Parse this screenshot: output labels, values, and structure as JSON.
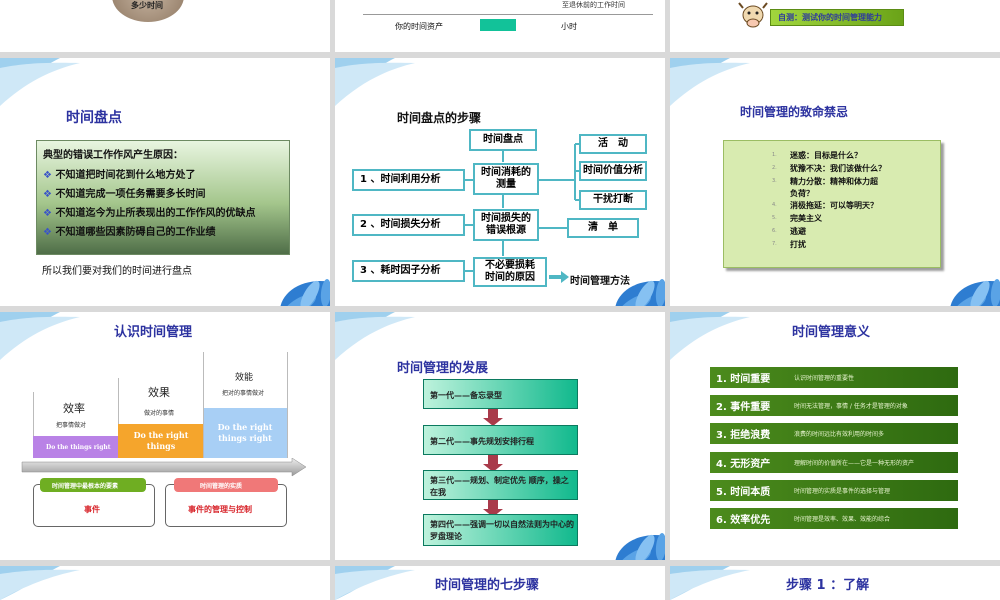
{
  "top_row": {
    "badge": "多少时间",
    "work_line": "至退休前的工作时间",
    "asset_label": "你的时间资产",
    "asset_unit": "小时",
    "selftest": "自测：测试你的时间管理能力"
  },
  "inventory": {
    "title": "时间盘点",
    "box_title": "典型的错误工作作风产生原因：",
    "bullets": [
      "不知道把时间花到什么地方处了",
      "不知道完成一项任务需要多长时间",
      "不知道迄今为止所表现出的工作作风的优缺点",
      "不知道哪些因素防碍自己的工作业绩"
    ],
    "footer": "所以我们要对我们的时间进行盘点"
  },
  "steps": {
    "title": "时间盘点的步骤",
    "top": "时间盘点",
    "left": [
      "1 、时间利用分析",
      "2 、时间损失分析",
      "3 、耗时因子分析"
    ],
    "mid": [
      "时间消耗的测量",
      "时间损失的错误根源",
      "不必要损耗时间的原因"
    ],
    "right": [
      "活　动",
      "时间价值分析",
      "干扰打断",
      "清　单"
    ],
    "method": "时间管理方法"
  },
  "taboos": {
    "title": "时间管理的致命禁忌",
    "items": [
      "迷惑：目标是什么？",
      "犹豫不决：我们该做什么？",
      "精力分散：精神和体力超负荷？",
      "消极拖延：可以等明天？",
      "完美主义",
      "逃避",
      "打扰"
    ]
  },
  "know": {
    "title": "认识时间管理",
    "cols": [
      {
        "cn": "效率",
        "sub": "把事情做对",
        "en": "Do the things right",
        "color": "#b982e6"
      },
      {
        "cn": "效果",
        "sub": "做对的事情",
        "en": "Do the right things",
        "color": "#f5a52c"
      },
      {
        "cn": "效能",
        "sub": "把对的事情做对",
        "en": "Do the right things right",
        "color": "#a8cff5"
      }
    ],
    "tag1": "时间管理中最根本的要素",
    "tag2": "时间管理的实质",
    "value1": "事件",
    "value2": "事件的管理与控制"
  },
  "dev": {
    "title": "时间管理的发展",
    "gens": [
      "第一代——备忘录型",
      "第二代——事先规划安排行程",
      "第三代——规划、制定优先 顺序，操之在我",
      "第四代——强调一切以自然法则为中心的罗盘理论"
    ]
  },
  "meaning": {
    "title": "时间管理意义",
    "rows": [
      {
        "k": "1. 时间重要",
        "d": "认识时间管理的重要性"
      },
      {
        "k": "2. 事件重要",
        "d": "时间无法管理，事情 / 任务才是管理的对象"
      },
      {
        "k": "3. 拒绝浪费",
        "d": "浪费的时间远比有效利用的时间多"
      },
      {
        "k": "4. 无形资产",
        "d": "理解时间的价值所在——它是一种无形的资产"
      },
      {
        "k": "5. 时间本质",
        "d": "时间管理的实质是事件的选择与管理"
      },
      {
        "k": "6. 效率优先",
        "d": "时间管理是效率、效果、效能的综合"
      }
    ]
  },
  "bottom": {
    "seven": "时间管理的七步骤",
    "step1": "步骤 1 ：了解"
  }
}
